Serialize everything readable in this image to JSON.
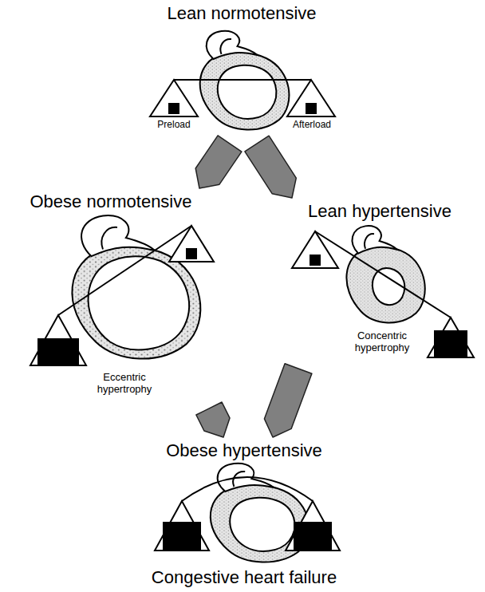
{
  "diagram": {
    "nodes": [
      {
        "text": [
          "Lean normotensive"
        ]
      },
      {
        "text": [
          "Obese normotensive",
          "Eccentric hypertrophy"
        ]
      },
      {
        "text": [
          "Lean hypertensive",
          "Concentric hypertrophy"
        ]
      },
      {
        "text": [
          "Obese hypertensive",
          "Congestive heart failure"
        ]
      }
    ],
    "edges": [
      {
        "from": 0,
        "to": 1,
        "arrow": "to"
      },
      {
        "from": 0,
        "to": 2,
        "arrow": "to"
      },
      {
        "from": 1,
        "to": 3,
        "arrow": "to"
      },
      {
        "from": 2,
        "to": 3,
        "arrow": "to"
      }
    ],
    "labels": [
      "Preload",
      "Afterload"
    ]
  }
}
